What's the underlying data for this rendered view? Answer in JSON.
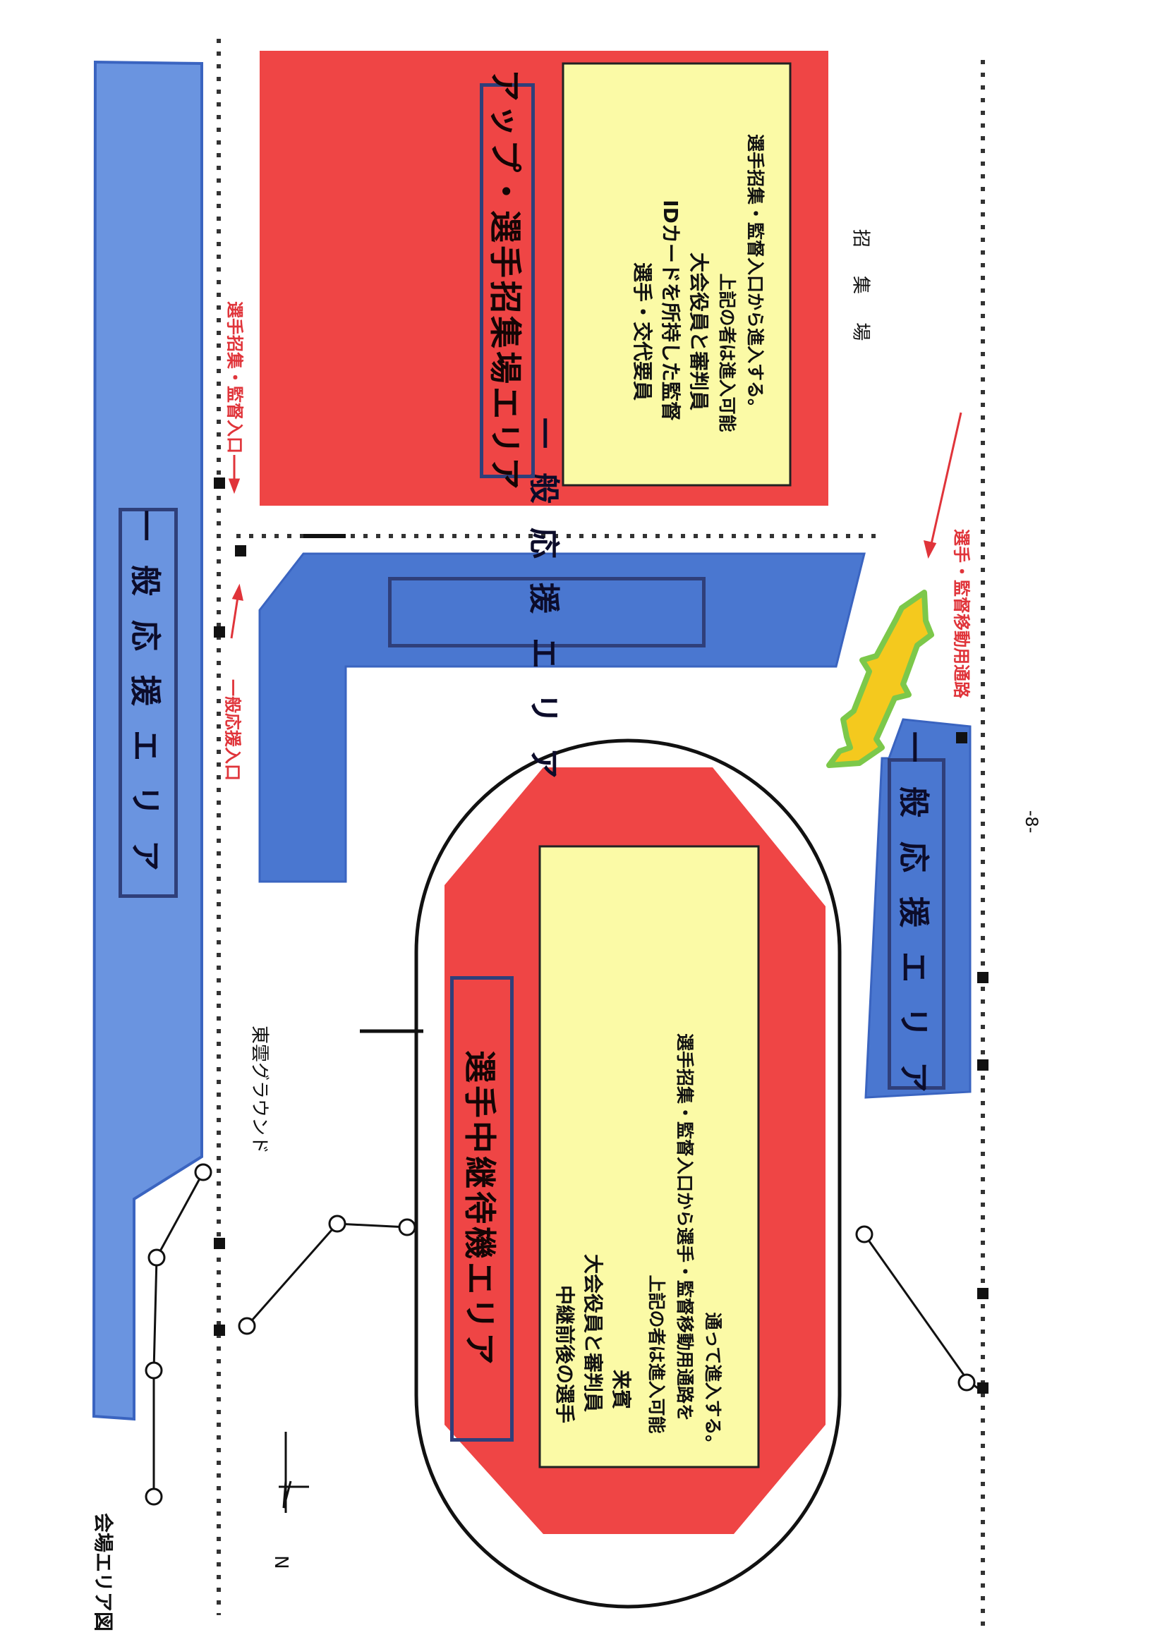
{
  "page_title": "会場エリア図",
  "page_number": "-8-",
  "general_cheer_area_label": "一般応援エリア",
  "upper_area": {
    "title": "アップ・選手招集場エリア",
    "allowed": [
      "選手・交代要員",
      "IDカードを所持した監督",
      "大会役員と審判員"
    ],
    "entry_note": [
      "上記の者は進入可能",
      "選手招集・監督入口から進入する。"
    ]
  },
  "relay_area": {
    "title": "選手中継待機エリア",
    "allowed": [
      "中継前後の選手",
      "大会役員と審判員",
      "来賓"
    ],
    "entry_note": [
      "上記の者は進入可能",
      "選手招集・監督入口から選手・監督移動用通路を",
      "通って進入する。"
    ]
  },
  "entrance_labels": {
    "player_call_coach": "選手招集・監督入口",
    "general_cheer": "一般応援入口",
    "passage": "選手・監督移動用通路"
  },
  "place_labels": {
    "ground": "東雲グラウンド",
    "call_place": "招 集 場",
    "north": "N"
  },
  "colors": {
    "blue_area": "#4a77d0",
    "light_blue_area": "#6a94e0",
    "red_area": "#ef4545",
    "note_box": "#fbfaa6",
    "arrow_red": "#e0343a",
    "arrow_yellow": "#f4c91e",
    "arrow_green": "#7cc84a"
  }
}
